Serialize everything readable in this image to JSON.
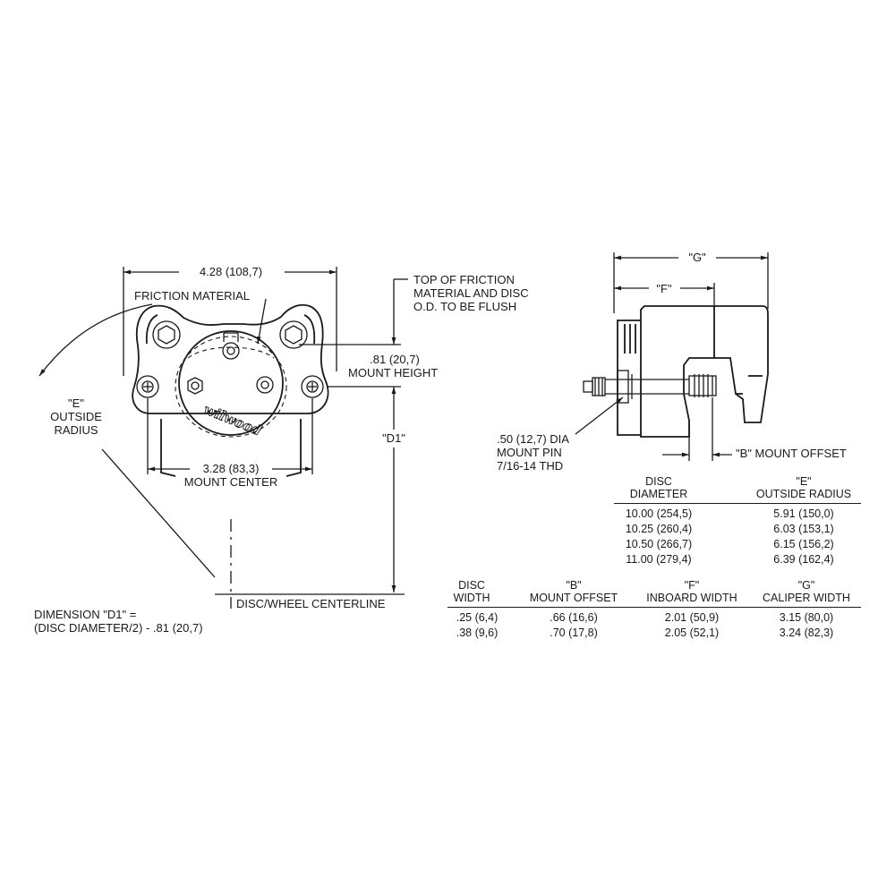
{
  "front_view": {
    "overall_width": "4.28 (108,7)",
    "friction_material": "FRICTION MATERIAL",
    "flush_note": [
      "TOP OF FRICTION",
      "MATERIAL AND DISC",
      "O.D. TO BE FLUSH"
    ],
    "mount_height": [
      ".81 (20,7)",
      "MOUNT HEIGHT"
    ],
    "outside_radius": [
      "\"E\"",
      "OUTSIDE",
      "RADIUS"
    ],
    "d1_label": "\"D1\"",
    "mount_center": [
      "3.28 (83,3)",
      "MOUNT CENTER"
    ],
    "centerline": "DISC/WHEEL CENTERLINE",
    "d1_formula": [
      "DIMENSION \"D1\" =",
      "(DISC DIAMETER/2) - .81 (20,7)"
    ],
    "logo_text": "wilwood"
  },
  "side_view": {
    "g_label": "\"G\"",
    "f_label": "\"F\"",
    "mount_pin": [
      ".50 (12,7) DIA",
      "MOUNT PIN",
      "7/16-14 THD"
    ],
    "b_offset": "\"B\" MOUNT OFFSET"
  },
  "radius_table": {
    "headers": [
      [
        "DISC",
        "DIAMETER"
      ],
      [
        "\"E\"",
        "OUTSIDE RADIUS"
      ]
    ],
    "rows": [
      [
        "10.00  (254,5)",
        "5.91  (150,0)"
      ],
      [
        "10.25  (260,4)",
        "6.03  (153,1)"
      ],
      [
        "10.50  (266,7)",
        "6.15  (156,2)"
      ],
      [
        "11.00  (279,4)",
        "6.39  (162,4)"
      ]
    ]
  },
  "width_table": {
    "headers": [
      [
        "DISC",
        "WIDTH"
      ],
      [
        "\"B\"",
        "MOUNT OFFSET"
      ],
      [
        "\"F\"",
        "INBOARD WIDTH"
      ],
      [
        "\"G\"",
        "CALIPER WIDTH"
      ]
    ],
    "rows": [
      [
        ".25  (6,4)",
        ".66  (16,6)",
        "2.01  (50,9)",
        "3.15  (80,0)"
      ],
      [
        ".38  (9,6)",
        ".70  (17,8)",
        "2.05  (52,1)",
        "3.24  (82,3)"
      ]
    ]
  }
}
